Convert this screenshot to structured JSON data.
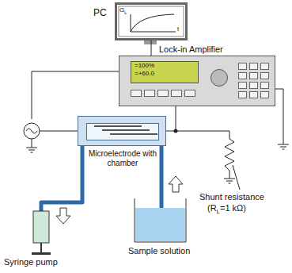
{
  "diagram": {
    "nodes": [
      {
        "text": [
          "PC"
        ]
      },
      {
        "text": [
          "Lock-in Amplifier"
        ]
      },
      {
        "text": [
          "Microelectrode with chamber"
        ]
      }
    ],
    "edges": [
      {
        "from": 0,
        "to": 1,
        "arrow": "none"
      },
      {
        "from": 1,
        "to": 2,
        "arrow": "none"
      }
    ],
    "labels": [
      "G",
      "L",
      "t",
      "=100%",
      "=+60.0",
      "Syringe pump",
      "Sample solution",
      "Shunt resistance",
      "(R",
      "L",
      "=1 kΩ)"
    ]
  }
}
